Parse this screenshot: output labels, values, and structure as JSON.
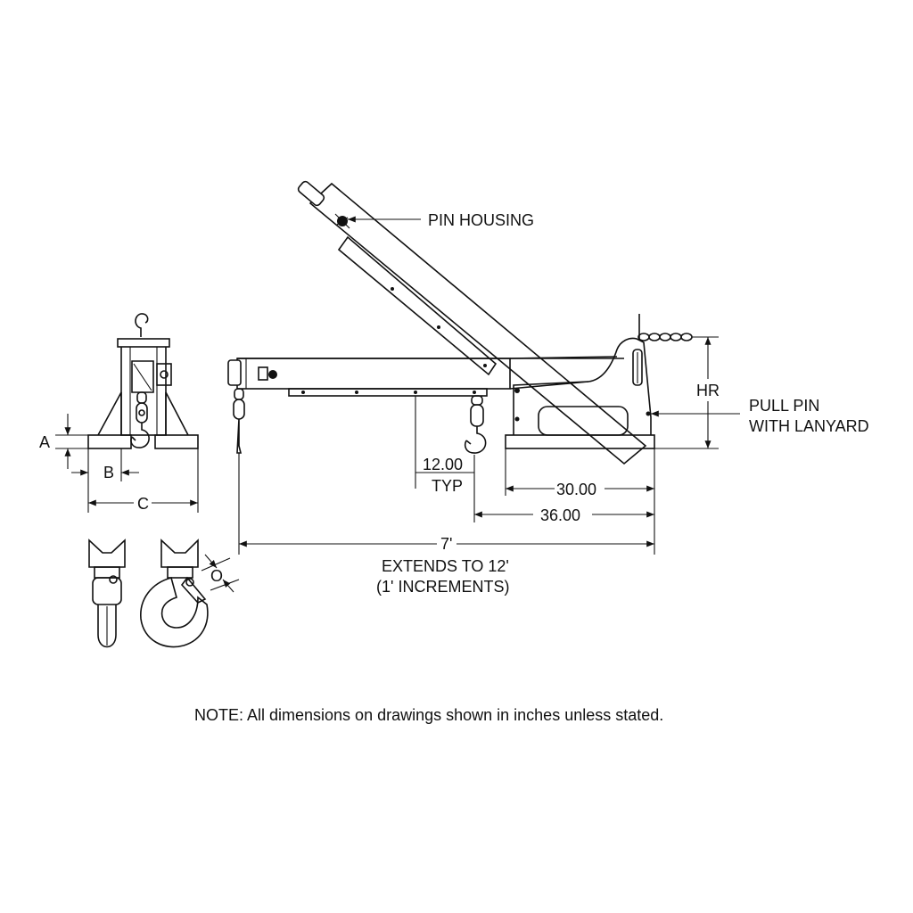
{
  "labels": {
    "pin_housing": "PIN HOUSING",
    "pull_pin_1": "PULL PIN",
    "pull_pin_2": "WITH LANYARD",
    "hr": "HR",
    "a": "A",
    "b": "B",
    "c": "C",
    "o": "O",
    "dim_12": "12.00",
    "typ": "TYP",
    "dim_30": "30.00",
    "dim_36": "36.00",
    "dim_7": "7'",
    "extends_1": "EXTENDS TO 12'",
    "extends_2": "(1' INCREMENTS)"
  },
  "note": "NOTE: All dimensions on drawings shown in inches unless stated.",
  "colors": {
    "line": "#111111",
    "background": "#ffffff"
  }
}
